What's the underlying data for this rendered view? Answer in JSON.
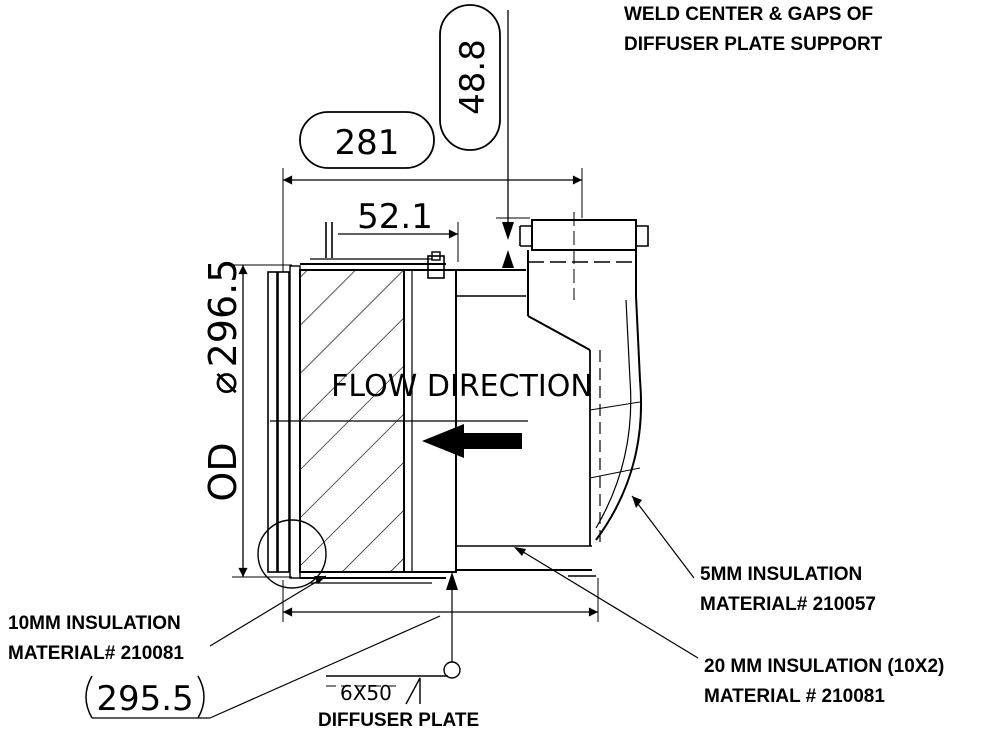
{
  "dimensions": {
    "total_length": "281",
    "flange_offset": "52.1",
    "inlet_height": "48.8",
    "outer_diameter_label": "OD",
    "outer_diameter_symbol": "⌀",
    "outer_diameter_value": "296.5",
    "bottom_length": "295.5"
  },
  "labels": {
    "flow_direction": "FLOW DIRECTION",
    "weld_note_line1": "WELD CENTER & GAPS OF",
    "weld_note_line2": "DIFFUSER PLATE SUPPORT",
    "insulation_5mm_line1": "5MM INSULATION",
    "insulation_5mm_line2": "MATERIAL# 210057",
    "insulation_10mm_line1": "10MM INSULATION",
    "insulation_10mm_line2": "MATERIAL# 210081",
    "insulation_20mm_line1": "20 MM INSULATION (10X2)",
    "insulation_20mm_line2": "MATERIAL # 210081",
    "weld_symbol": "6X50",
    "diffuser_plate": "DIFFUSER PLATE"
  }
}
